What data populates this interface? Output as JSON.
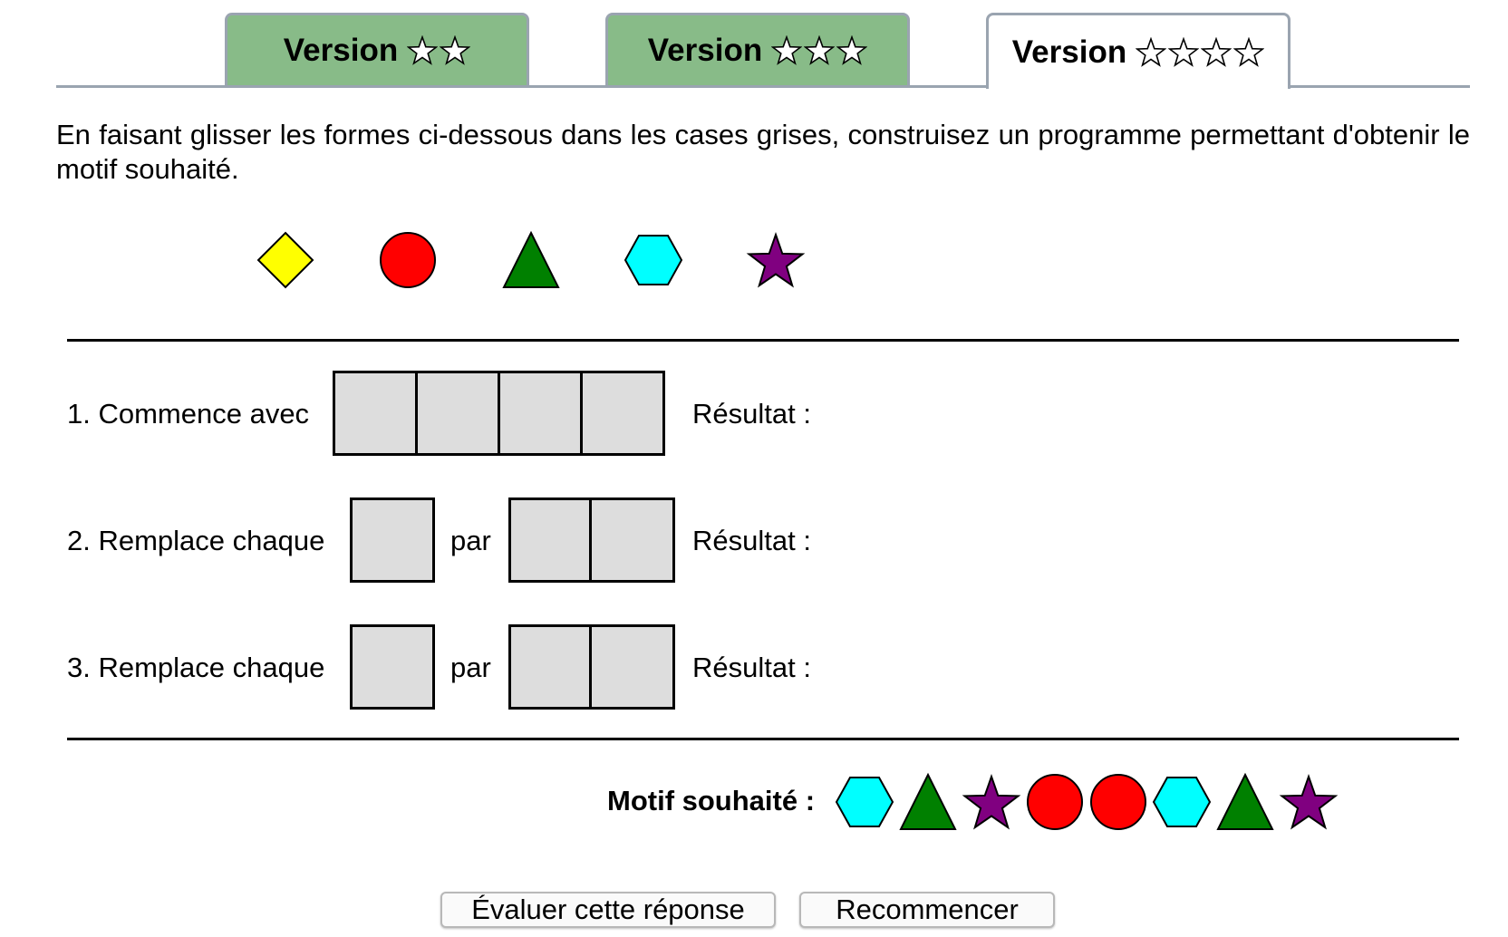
{
  "tabs": [
    {
      "label": "Version",
      "stars": 2,
      "active": false
    },
    {
      "label": "Version",
      "stars": 3,
      "active": false
    },
    {
      "label": "Version",
      "stars": 4,
      "active": true
    }
  ],
  "instructions": "En faisant glisser les formes ci-dessous dans les cases grises, construisez un programme permettant d'obtenir le motif souhaité.",
  "palette": [
    {
      "shape": "diamond-icon",
      "color": "#ffff00"
    },
    {
      "shape": "circle-icon",
      "color": "#ff0000"
    },
    {
      "shape": "triangle-icon",
      "color": "#008000"
    },
    {
      "shape": "hexagon-icon",
      "color": "#00ffff"
    },
    {
      "shape": "star-icon",
      "color": "#800080"
    }
  ],
  "program": {
    "step1": {
      "label": "1. Commence avec",
      "slots": 4,
      "result_label": "Résultat :"
    },
    "step2": {
      "label": "2. Remplace chaque",
      "by": "par",
      "replace_slots": 2,
      "result_label": "Résultat :"
    },
    "step3": {
      "label": "3. Remplace chaque",
      "by": "par",
      "replace_slots": 2,
      "result_label": "Résultat :"
    }
  },
  "motif": {
    "label": "Motif souhaité :",
    "shapes": [
      {
        "shape": "hexagon-icon",
        "color": "#00ffff"
      },
      {
        "shape": "triangle-icon",
        "color": "#008000"
      },
      {
        "shape": "star-icon",
        "color": "#800080"
      },
      {
        "shape": "circle-icon",
        "color": "#ff0000"
      },
      {
        "shape": "circle-icon",
        "color": "#ff0000"
      },
      {
        "shape": "hexagon-icon",
        "color": "#00ffff"
      },
      {
        "shape": "triangle-icon",
        "color": "#008000"
      },
      {
        "shape": "star-icon",
        "color": "#800080"
      }
    ]
  },
  "buttons": {
    "evaluate": "Évaluer cette réponse",
    "restart": "Recommencer"
  }
}
